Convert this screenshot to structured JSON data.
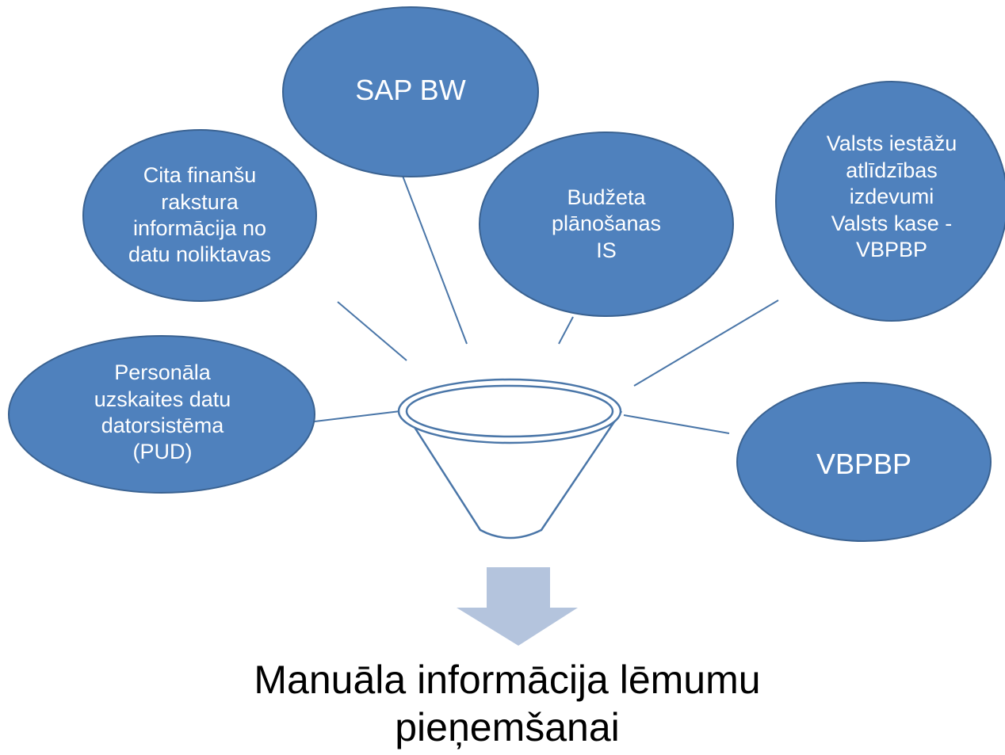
{
  "sources": [
    {
      "id": "sap-bw",
      "label": "SAP BW"
    },
    {
      "id": "other-finance",
      "label": "Cita finanšu\nrakstura\ninformācija no\ndatu noliktavas"
    },
    {
      "id": "budget-planning",
      "label": "Budžeta\nplānošanas\nIS"
    },
    {
      "id": "state-remuneration",
      "label": "Valsts iestāžu\natlīdzības\nizdevumi\nValsts kase -\nVBPBP"
    },
    {
      "id": "personnel-system",
      "label": "Personāla\nuzskaites datu\ndatorsistēma\n(PUD)"
    },
    {
      "id": "vbpbp",
      "label": "VBPBP"
    }
  ],
  "outcome": {
    "label": "Manuāla informācija lēmumu\npieņemšanai"
  },
  "colors": {
    "node_fill": "#4f81bd",
    "node_stroke": "#3a6291",
    "connector": "#4a76a8",
    "funnel_stroke": "#4a76a8",
    "arrow": "#b4c4dd"
  }
}
